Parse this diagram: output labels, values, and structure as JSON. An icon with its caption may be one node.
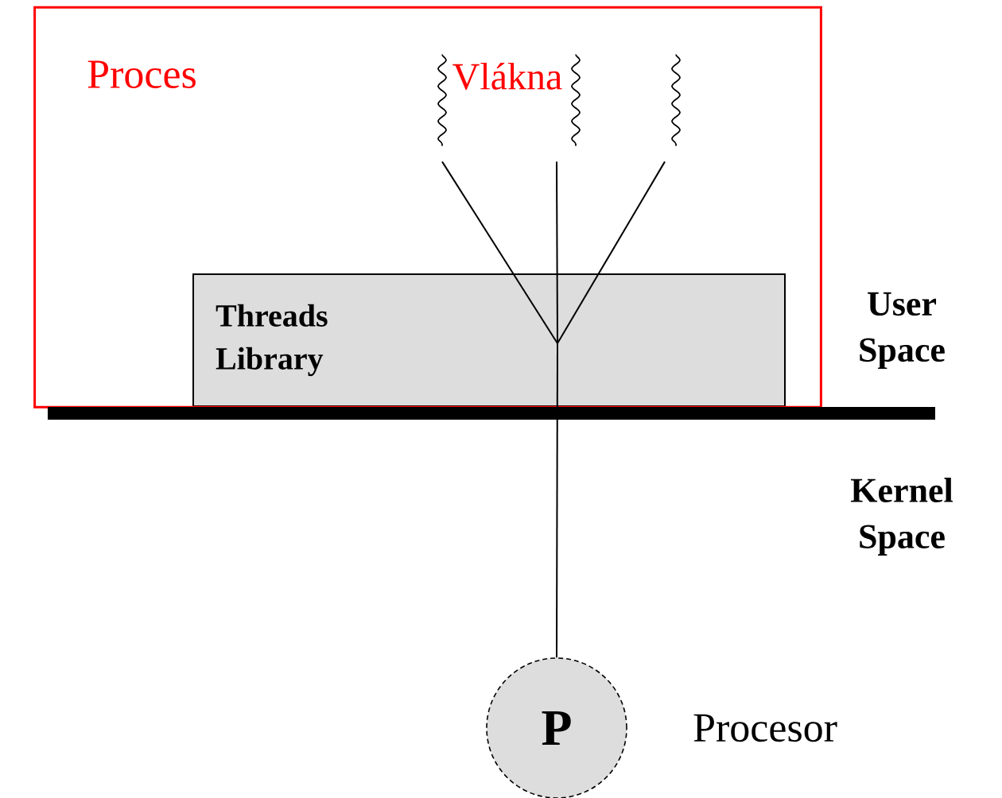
{
  "diagram": {
    "nodes": [
      {
        "text": [
          "Proces"
        ]
      },
      {
        "text": [],
        "shape": "squiggle",
        "in": 0
      },
      {
        "text": [],
        "shape": "squiggle",
        "in": 0
      },
      {
        "text": [],
        "shape": "squiggle",
        "in": 0
      },
      {
        "text": [
          "Threads Library"
        ],
        "in": 0
      },
      {
        "text": [
          "P"
        ],
        "beside": [
          "Procesor"
        ]
      }
    ],
    "edges": [
      {
        "from": 1,
        "to": 4,
        "arrow": "none"
      },
      {
        "from": 2,
        "to": 4,
        "arrow": "none"
      },
      {
        "from": 3,
        "to": 4,
        "arrow": "none"
      },
      {
        "from": 4,
        "to": 5,
        "arrow": "none"
      }
    ],
    "labels": [
      "Vlákna",
      "User Space",
      "Kernel Space"
    ]
  }
}
